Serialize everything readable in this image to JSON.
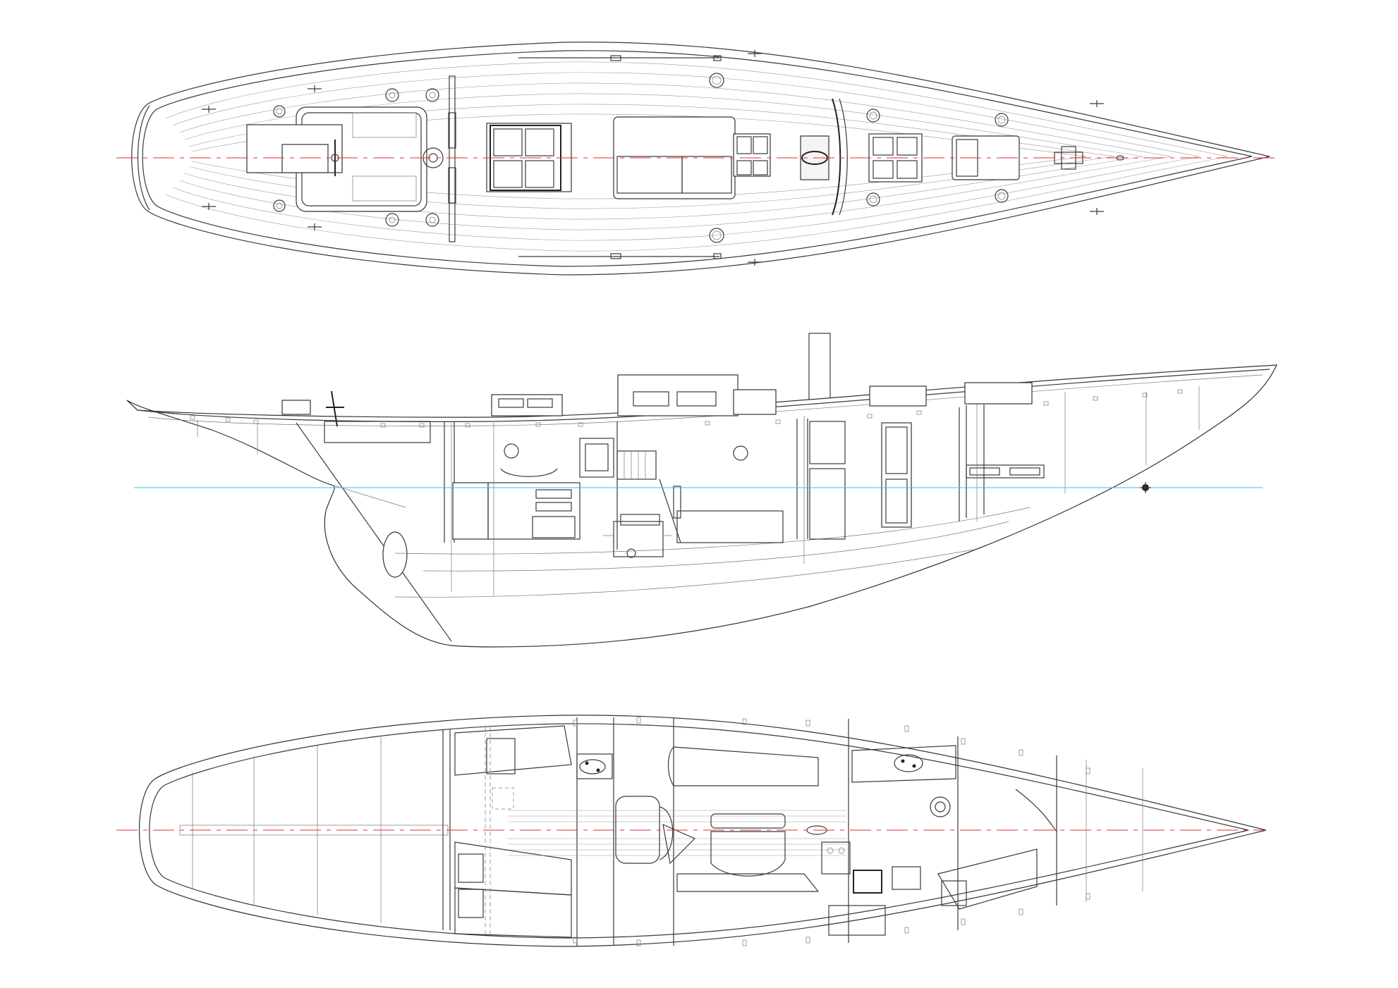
{
  "drawing": {
    "views": [
      "deck-plan",
      "profile",
      "accommodation-plan"
    ]
  },
  "colors": {
    "centerline": "#e03030",
    "waterline": "#2ec4e6",
    "outline": "#333333"
  }
}
